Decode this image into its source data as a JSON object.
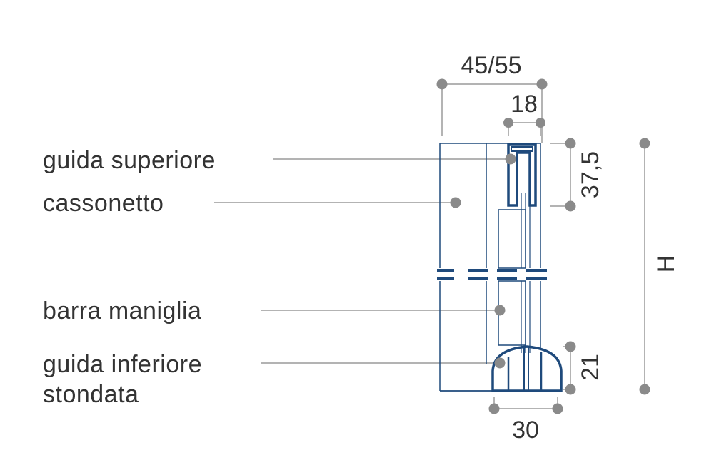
{
  "labels": {
    "top_guide": "guida superiore",
    "box": "cassonetto",
    "handle_bar": "barra maniglia",
    "bottom_guide_line1": "guida inferiore",
    "bottom_guide_line2": "stondata"
  },
  "dimensions": {
    "total_width": "45/55",
    "top_guide_width": "18",
    "top_height": "37,5",
    "bottom_height": "21",
    "bottom_width": "30",
    "height": "H"
  },
  "colors": {
    "profile": "#1f4a7c",
    "dimension_line": "#9a9a9a",
    "marker": "#8a8a8a",
    "text": "#333333"
  }
}
